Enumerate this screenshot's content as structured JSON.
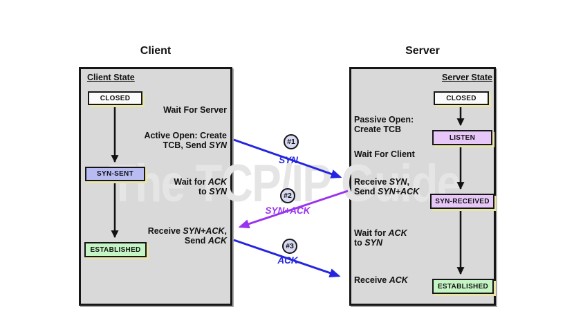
{
  "watermark": "The TCP/IP Guide",
  "colors": {
    "panel_bg": "#d9d9d9",
    "arrow_black": "#111111",
    "arrow_blue": "#2525e0",
    "arrow_purple": "#9933ee",
    "state_closed_bg": "#fbfbfb",
    "state_synsent_bg": "#b9bcf2",
    "state_listen_bg": "#e7c7f7",
    "state_synreceived_bg": "#e7c7f7",
    "state_established_bg": "#c5f5c5",
    "box_shadow": "#e8e4aa",
    "badge_bg": "#d8d9f2"
  },
  "client": {
    "title": "Client",
    "state_header": "Client State",
    "states": [
      {
        "label": "CLOSED"
      },
      {
        "label": "SYN-SENT"
      },
      {
        "label": "ESTABLISHED"
      }
    ],
    "annotations": [
      "Wait For Server",
      "Active Open: Create\nTCB, Send *SYN*",
      "Wait for *ACK*\nto *SYN*",
      "Receive *SYN+ACK*,\nSend *ACK*"
    ]
  },
  "server": {
    "title": "Server",
    "state_header": "Server State",
    "states": [
      {
        "label": "CLOSED"
      },
      {
        "label": "LISTEN"
      },
      {
        "label": "SYN-RECEIVED"
      },
      {
        "label": "ESTABLISHED"
      }
    ],
    "annotations": [
      "Passive Open:\nCreate TCB",
      "Wait For Client",
      "Receive *SYN*,\nSend *SYN+ACK*",
      "Wait for *ACK*\nto *SYN*",
      "Receive *ACK*"
    ]
  },
  "messages": [
    {
      "number": "#1",
      "label": "SYN",
      "color": "blue",
      "direction": "client-to-server"
    },
    {
      "number": "#2",
      "label": "SYN+ACK",
      "color": "purple",
      "direction": "server-to-client"
    },
    {
      "number": "#3",
      "label": "ACK",
      "color": "blue",
      "direction": "client-to-server"
    }
  ]
}
